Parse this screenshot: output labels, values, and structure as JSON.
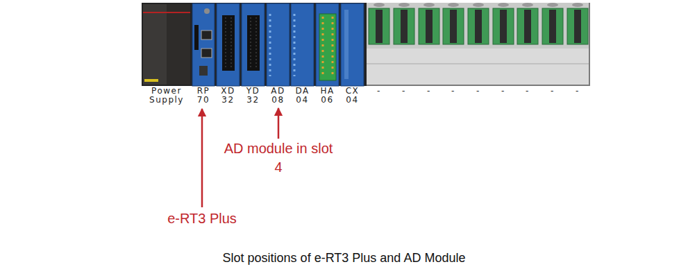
{
  "diagram": {
    "caption": "Slot positions of e-RT3 Plus and AD Module",
    "nodes": [
      {
        "text": [
          "Power Supply"
        ]
      },
      {
        "text": [
          "RP 70"
        ]
      },
      {
        "text": [
          "XD 32"
        ]
      },
      {
        "text": [
          "YD 32"
        ]
      },
      {
        "text": [
          "AD 08"
        ]
      },
      {
        "text": [
          "DA 04"
        ]
      },
      {
        "text": [
          "HA 06"
        ]
      },
      {
        "text": [
          "CX 04"
        ]
      },
      {
        "text": [
          "-"
        ]
      },
      {
        "text": [
          "-"
        ]
      },
      {
        "text": [
          "-"
        ]
      },
      {
        "text": [
          "-"
        ]
      },
      {
        "text": [
          "-"
        ]
      },
      {
        "text": [
          "-"
        ]
      },
      {
        "text": [
          "-"
        ]
      },
      {
        "text": [
          "-"
        ]
      },
      {
        "text": [
          "-"
        ]
      }
    ],
    "labels": [
      "AD module in slot 4",
      "e-RT3 Plus"
    ]
  }
}
